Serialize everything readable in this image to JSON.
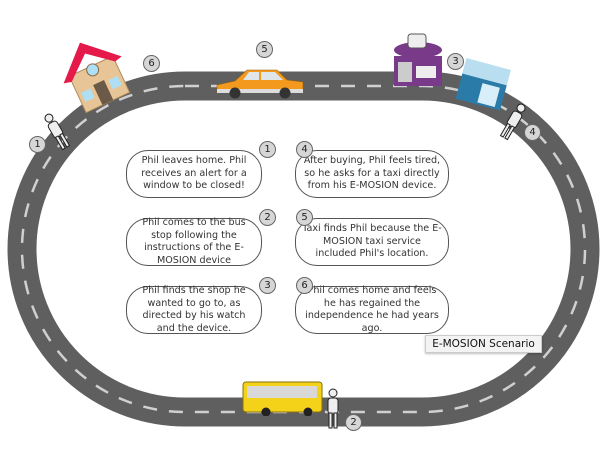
{
  "steps": [
    {
      "number": "1",
      "text": "Phil leaves home. Phil receives an alert for a window to be closed!"
    },
    {
      "number": "2",
      "text": "Phil comes to the bus stop following the instructions of the E-MOSION device"
    },
    {
      "number": "3",
      "text": "Phil finds the shop he wanted to go to, as directed by his watch and the device."
    },
    {
      "number": "4",
      "text": "After buying, Phil feels tired, so he asks for a taxi directly from his E-MOSION device."
    },
    {
      "number": "5",
      "text": "Taxi finds Phil because the E-MOSION taxi service included Phil's location."
    },
    {
      "number": "6",
      "text": "Phil comes home and feels he has regained the independence he had years ago."
    }
  ],
  "map_markers": {
    "house": "6",
    "taxi": "5",
    "shop": "3",
    "person_right": "4",
    "person_left": "1",
    "bus_stop": "2"
  },
  "tooltip": "E-MOSION Scenario",
  "colors": {
    "road": "#5f5f5f",
    "lane": "#d0d0d0",
    "taxi": "#f39a1e",
    "bus": "#f4d21a",
    "roof": "#e5194a"
  }
}
